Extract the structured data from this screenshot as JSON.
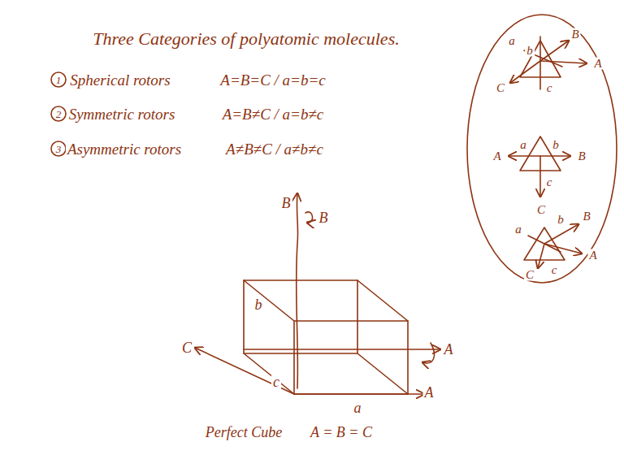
{
  "diagram": {
    "title": "Three Categories of polyatomic molecules.",
    "labels": [
      "1",
      "Spherical rotors",
      "A=B=C / a=b=c",
      "2",
      "Symmetric rotors",
      "A=B≠C / a=b≠c",
      "3",
      "Asymmetric rotors",
      "A≠B≠C / a≠b≠c",
      "B",
      "B",
      "b",
      "C",
      "A",
      "A",
      "c",
      "a",
      "Perfect Cube",
      "A = B = C",
      "B",
      "a",
      "b",
      "A",
      "c",
      "C",
      "A",
      "a",
      "b",
      "B",
      "c",
      "C",
      "a",
      "b",
      "B",
      "c",
      "A",
      "C"
    ]
  }
}
